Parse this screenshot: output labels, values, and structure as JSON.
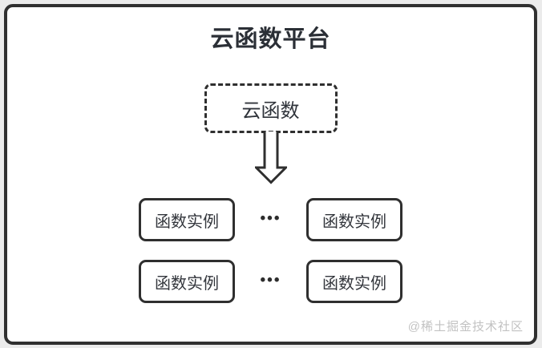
{
  "page": {
    "background_color": "#ebebeb",
    "card_background": "#ffffff",
    "border_color": "#303030",
    "watermark_color": "#c2c2c2"
  },
  "diagram": {
    "title": "云函数平台",
    "cloud_function": {
      "label": "云函数"
    },
    "instance_rows": [
      {
        "left_label": "函数实例",
        "separator": "•••",
        "right_label": "函数实例"
      },
      {
        "left_label": "函数实例",
        "separator": "•••",
        "right_label": "函数实例"
      }
    ],
    "watermark": "@稀土掘金技术社区"
  }
}
